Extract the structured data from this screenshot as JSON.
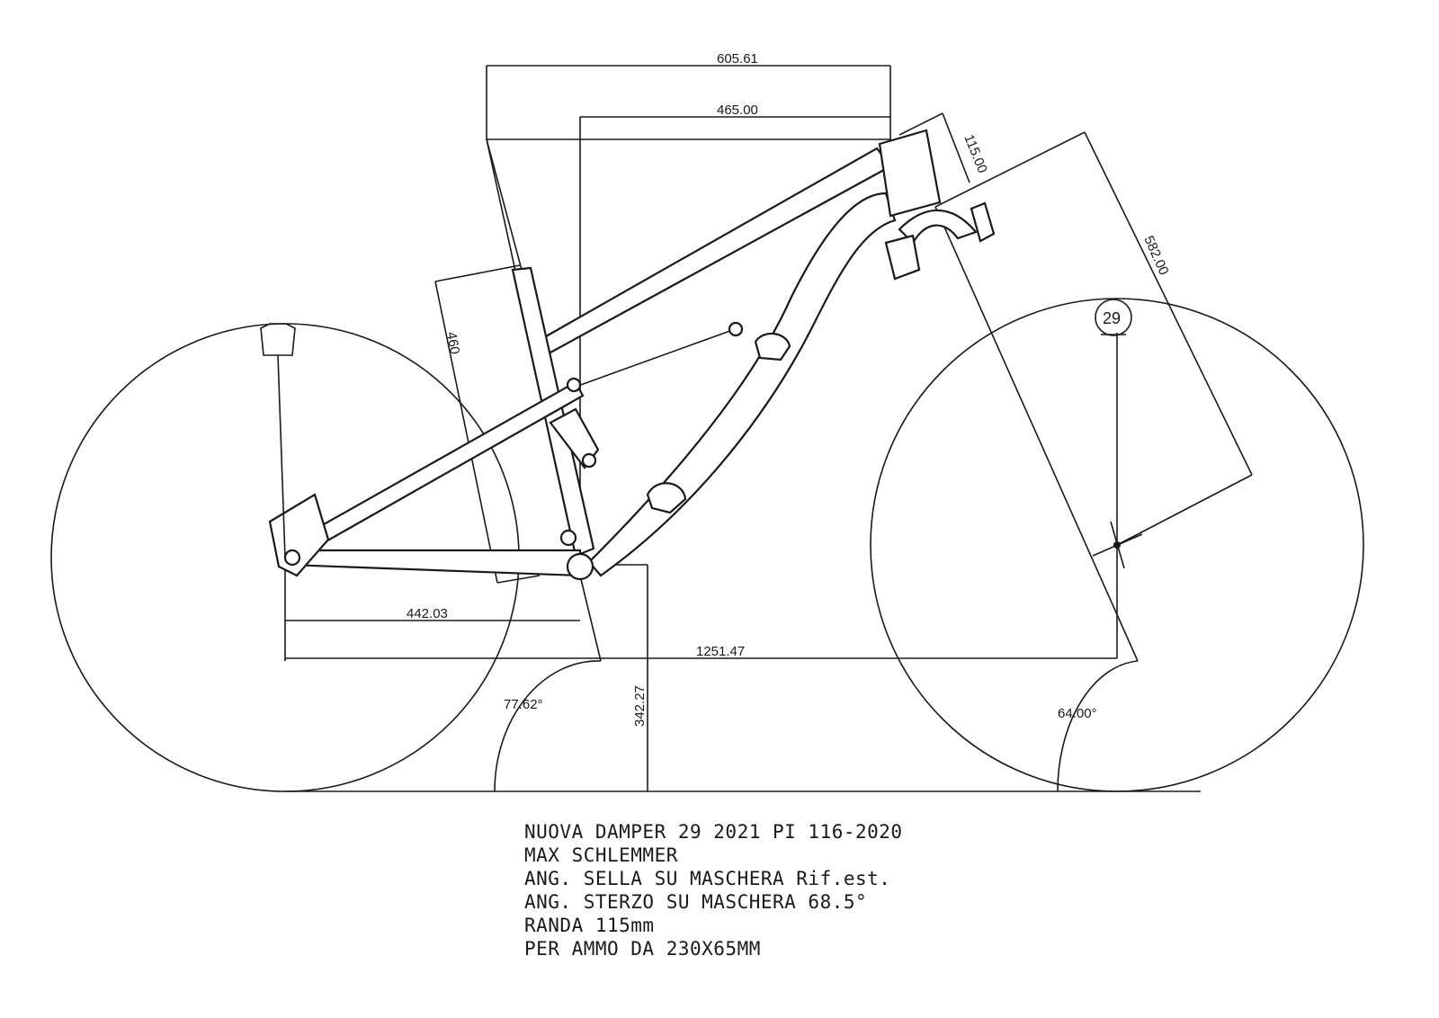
{
  "dimensions": {
    "reach_stack_top": "605.61",
    "reach": "465.00",
    "head_tube": "115.00",
    "fork_length": "582.00",
    "seat_tube": "460",
    "chainstay": "442.03",
    "wheelbase": "1251.47",
    "bb_height": "342.27",
    "seat_angle": "77.62°",
    "head_angle": "64.00°"
  },
  "wheel_size_badge": "29",
  "notes": [
    "NUOVA DAMPER 29 2021 PI 116-2020",
    "MAX SCHLEMMER",
    "ANG. SELLA SU MASCHERA Rif.est.",
    "ANG. STERZO SU MASCHERA 68.5°",
    "RANDA 115mm",
    "PER AMMO DA 230X65MM"
  ]
}
